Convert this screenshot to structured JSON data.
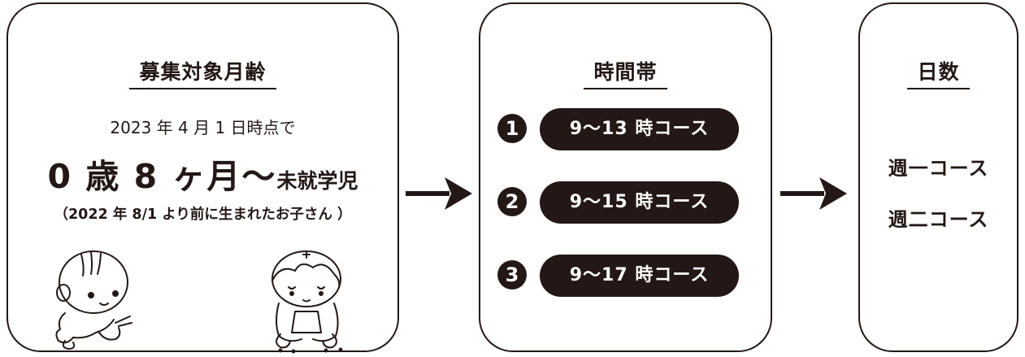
{
  "age_box": {
    "title": "募集対象月齢",
    "date_line": "2023 年 4 月 1 日時点で",
    "age_main": "0 歳 8 ヶ月〜",
    "age_suffix": "未就学児",
    "note": "（2022 年 8/1 より前に生まれたお子さん ）"
  },
  "time_box": {
    "title": "時間帯",
    "courses": [
      {
        "number": "1",
        "label": "9〜13 時コース"
      },
      {
        "number": "2",
        "label": "9〜15 時コース"
      },
      {
        "number": "3",
        "label": "9〜17 時コース"
      }
    ]
  },
  "days_box": {
    "title": "日数",
    "options": [
      "週一コース",
      "週二コース"
    ]
  },
  "icons": [
    "arrow-right-icon",
    "crawling-baby-illustration",
    "crawling-toddler-illustration"
  ]
}
